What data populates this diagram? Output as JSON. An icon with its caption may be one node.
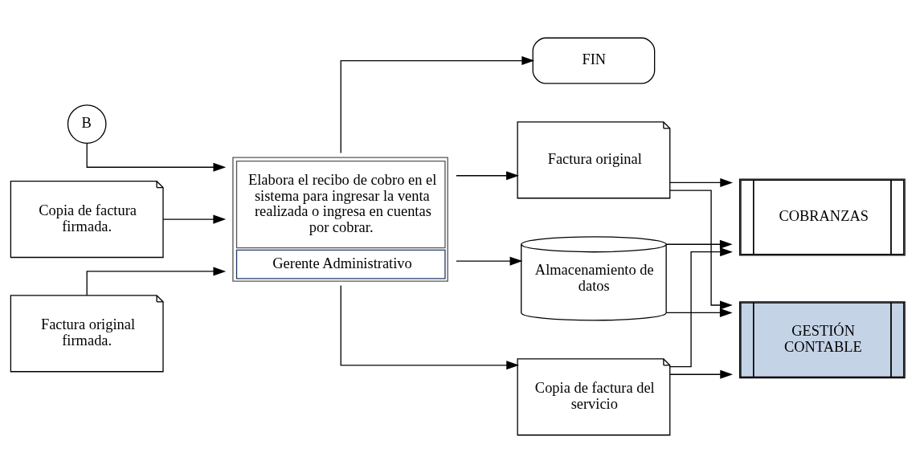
{
  "diagram": {
    "nodes": [
      {
        "text": [
          "B"
        ]
      },
      {
        "text": [
          "Copia de factura firmada."
        ]
      },
      {
        "text": [
          "Factura original firmada."
        ]
      },
      {
        "text": [
          "Elabora el recibo de cobro en el sistema para ingresar la venta realizada o ingresa en cuentas por cobrar.",
          "Gerente Administrativo"
        ]
      },
      {
        "text": [
          "FIN"
        ]
      },
      {
        "text": [
          "Factura original"
        ]
      },
      {
        "text": [
          "Almacenamiento de datos"
        ]
      },
      {
        "text": [
          "Copia de factura del servicio"
        ]
      },
      {
        "text": [
          "COBRANZAS"
        ]
      },
      {
        "text": [
          "GESTIÓN CONTABLE"
        ]
      }
    ],
    "edges": [
      {
        "from": 0,
        "to": 3,
        "arrow": "to"
      },
      {
        "from": 1,
        "to": 3,
        "arrow": "to"
      },
      {
        "from": 2,
        "to": 3,
        "arrow": "to"
      },
      {
        "from": 3,
        "to": 4,
        "arrow": "to"
      },
      {
        "from": 3,
        "to": 5,
        "arrow": "to"
      },
      {
        "from": 3,
        "to": 6,
        "arrow": "to"
      },
      {
        "from": 3,
        "to": 7,
        "arrow": "to"
      },
      {
        "from": 5,
        "to": 8,
        "arrow": "to"
      },
      {
        "from": 6,
        "to": 8,
        "arrow": "to"
      },
      {
        "from": 7,
        "to": 8,
        "arrow": "to"
      },
      {
        "from": 5,
        "to": 9,
        "arrow": "to"
      },
      {
        "from": 6,
        "to": 9,
        "arrow": "to"
      },
      {
        "from": 7,
        "to": 9,
        "arrow": "to"
      }
    ]
  }
}
